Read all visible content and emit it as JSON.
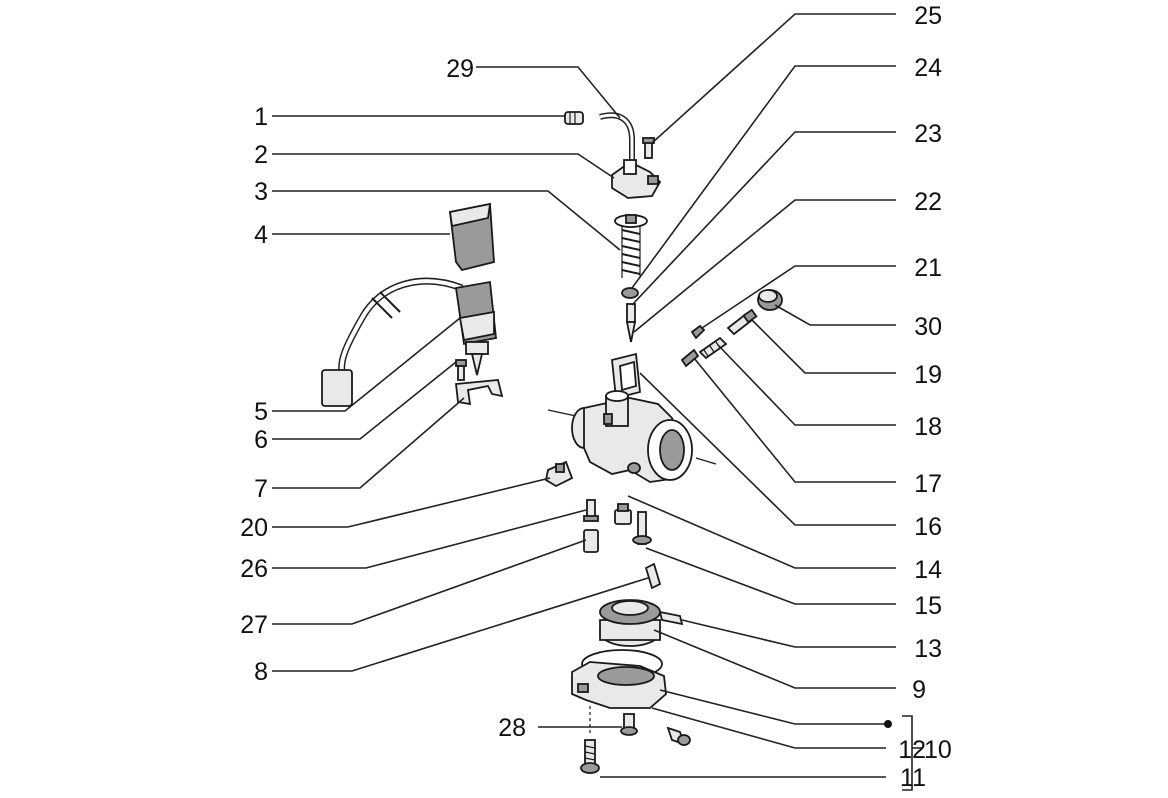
{
  "diagram": {
    "type": "exploded-parts-diagram",
    "colors": {
      "ink": "#111111",
      "part_fill": "#e9e9e9",
      "part_shade": "#9a9a9a",
      "background": "#ffffff"
    },
    "labels": {
      "p1": "1",
      "p2": "2",
      "p3": "3",
      "p4": "4",
      "p5": "5",
      "p6": "6",
      "p7": "7",
      "p8": "8",
      "p9": "9",
      "p10": "10",
      "p11": "11",
      "p12": "12",
      "p13": "13",
      "p14": "14",
      "p15": "15",
      "p16": "16",
      "p17": "17",
      "p18": "18",
      "p19": "19",
      "p20": "20",
      "p21": "21",
      "p22": "22",
      "p23": "23",
      "p24": "24",
      "p25": "25",
      "p26": "26",
      "p27": "27",
      "p28": "28",
      "p29": "29",
      "p30": "30"
    }
  }
}
